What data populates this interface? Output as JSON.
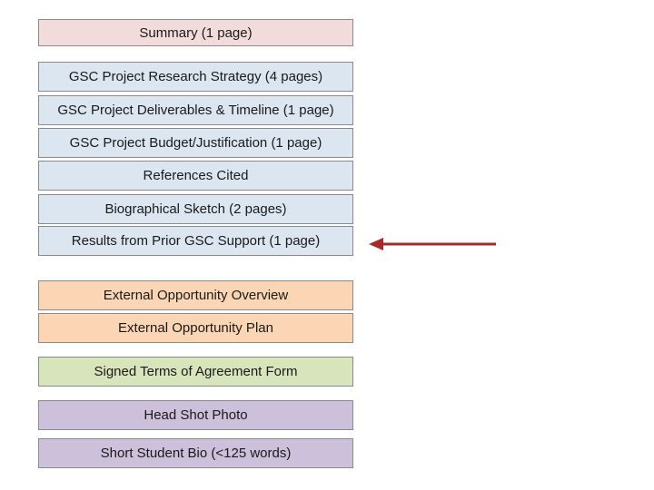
{
  "sections": [
    {
      "label": "Summary (1 page)",
      "color": "#f2dcdb"
    },
    {
      "label": "GSC Project Research Strategy (4 pages)",
      "color": "#dce6f1"
    },
    {
      "label": "GSC Project Deliverables & Timeline (1 page)",
      "color": "#dce6f1"
    },
    {
      "label": "GSC Project Budget/Justification (1 page)",
      "color": "#dce6f1"
    },
    {
      "label": "References Cited",
      "color": "#dce6f1"
    },
    {
      "label": "Biographical Sketch (2 pages)",
      "color": "#dce6f1"
    },
    {
      "label": "Results from Prior GSC Support (1 page)",
      "color": "#dce6f1"
    },
    {
      "label": "External Opportunity Overview",
      "color": "#fcd5b4"
    },
    {
      "label": "External Opportunity Plan",
      "color": "#fcd5b4"
    },
    {
      "label": "Signed Terms of Agreement Form",
      "color": "#d8e4bc"
    },
    {
      "label": "Head Shot Photo",
      "color": "#ccc0da"
    },
    {
      "label": "Short Student Bio (<125 words)",
      "color": "#ccc0da"
    }
  ],
  "arrow": {
    "color": "#a52a2a",
    "points_to": "Results from Prior GSC Support (1 page)"
  }
}
